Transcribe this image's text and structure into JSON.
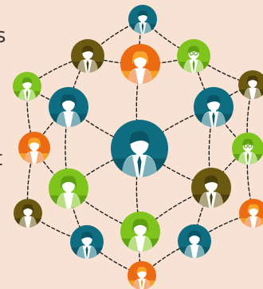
{
  "edge_text": [
    "s",
    "t"
  ],
  "colors": {
    "background": "#f7e2d4",
    "line": "#1e1e1e",
    "teal": "#0e6d80",
    "teal_dark": "#0a5566",
    "orange": "#ec6a12",
    "orange_light": "#f6a52a",
    "lime": "#7ec41c",
    "lime_dark": "#5fa012",
    "olive": "#6b5912",
    "olive_dark": "#4a3d0a",
    "white": "#ffffff"
  },
  "people": [
    {
      "id": "top",
      "color": "teal",
      "variant": "tie"
    },
    {
      "id": "upper-left",
      "color": "olive",
      "variant": "tie"
    },
    {
      "id": "upper-center",
      "color": "orange",
      "variant": "woman"
    },
    {
      "id": "upper-right",
      "color": "lime",
      "variant": "glasses"
    },
    {
      "id": "far-left-upper",
      "color": "lime",
      "variant": "tie"
    },
    {
      "id": "inner-left-upper",
      "color": "teal",
      "variant": "woman"
    },
    {
      "id": "inner-right-upper",
      "color": "teal",
      "variant": "tie"
    },
    {
      "id": "far-right-upper",
      "color": "olive",
      "variant": "woman"
    },
    {
      "id": "center",
      "color": "teal",
      "variant": "tie"
    },
    {
      "id": "far-left-middle",
      "color": "orange",
      "variant": "woman"
    },
    {
      "id": "far-right-middle",
      "color": "lime",
      "variant": "glasses"
    },
    {
      "id": "inner-left-lower",
      "color": "lime",
      "variant": "woman"
    },
    {
      "id": "inner-right-lower",
      "color": "olive",
      "variant": "tie"
    },
    {
      "id": "far-left-lower",
      "color": "olive",
      "variant": "woman"
    },
    {
      "id": "far-right-lower",
      "color": "orange",
      "variant": "woman"
    },
    {
      "id": "lower-left",
      "color": "teal",
      "variant": "tie"
    },
    {
      "id": "lower-center",
      "color": "lime",
      "variant": "woman"
    },
    {
      "id": "lower-right",
      "color": "teal",
      "variant": "woman"
    },
    {
      "id": "bottom",
      "color": "orange",
      "variant": "tie"
    }
  ],
  "connections": [
    [
      "top",
      "upper-left"
    ],
    [
      "top",
      "upper-right"
    ],
    [
      "top",
      "upper-center"
    ],
    [
      "upper-left",
      "upper-center"
    ],
    [
      "upper-center",
      "upper-right"
    ],
    [
      "upper-left",
      "far-left-upper"
    ],
    [
      "upper-right",
      "far-right-upper"
    ],
    [
      "upper-left",
      "inner-left-upper"
    ],
    [
      "upper-right",
      "inner-right-upper"
    ],
    [
      "upper-center",
      "center"
    ],
    [
      "far-left-upper",
      "far-left-middle"
    ],
    [
      "far-right-upper",
      "far-right-middle"
    ],
    [
      "inner-left-upper",
      "center"
    ],
    [
      "inner-right-upper",
      "center"
    ],
    [
      "inner-left-upper",
      "inner-left-lower"
    ],
    [
      "inner-right-upper",
      "inner-right-lower"
    ],
    [
      "far-left-middle",
      "far-left-lower"
    ],
    [
      "far-right-middle",
      "far-right-lower"
    ],
    [
      "center",
      "inner-left-lower"
    ],
    [
      "center",
      "inner-right-lower"
    ],
    [
      "center",
      "lower-center"
    ],
    [
      "inner-left-lower",
      "lower-left"
    ],
    [
      "inner-right-lower",
      "lower-right"
    ],
    [
      "inner-left-lower",
      "lower-center"
    ],
    [
      "inner-right-lower",
      "lower-center"
    ],
    [
      "far-left-lower",
      "lower-left"
    ],
    [
      "far-right-lower",
      "lower-right"
    ],
    [
      "lower-left",
      "bottom"
    ],
    [
      "lower-right",
      "bottom"
    ],
    [
      "lower-center",
      "bottom"
    ],
    [
      "far-left-upper",
      "inner-left-upper"
    ],
    [
      "far-right-upper",
      "inner-right-upper"
    ],
    [
      "far-left-middle",
      "inner-left-lower"
    ],
    [
      "far-right-middle",
      "inner-right-lower"
    ],
    [
      "inner-left-upper",
      "far-left-middle"
    ],
    [
      "inner-right-upper",
      "far-right-middle"
    ]
  ]
}
